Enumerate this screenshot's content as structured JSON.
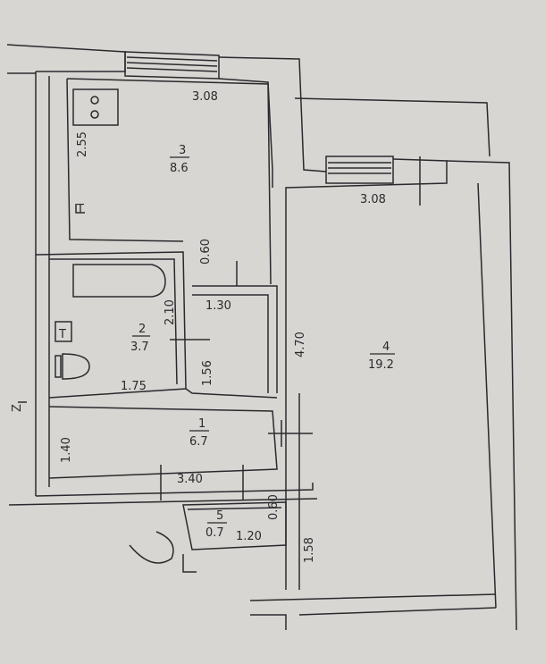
{
  "rooms": [
    {
      "number": "3",
      "area": "8.6"
    },
    {
      "number": "2",
      "area": "3.7"
    },
    {
      "number": "1",
      "area": "6.7"
    },
    {
      "number": "4",
      "area": "19.2"
    },
    {
      "number": "5",
      "area": "0.7"
    }
  ],
  "dimensions": {
    "kitchen_width": "3.08",
    "room4_width": "3.08",
    "kitchen_depth": "2.55",
    "partition_depth": "0.60",
    "bath_height": "2.10",
    "bath_width": "1.75",
    "hall_width": "1.30",
    "bath_side": "1.56",
    "room4_depth": "4.70",
    "hall_depth": "1.40",
    "hall_length": "3.40",
    "closet_width": "1.20",
    "closet_depth": "0.60",
    "lower_depth": "1.58"
  },
  "markers": {
    "stove_symbol": "oo",
    "sink_symbol": "T",
    "entry_mark": "Z"
  },
  "colors": {
    "paper": "#d8d6d2",
    "ink": "#2a2a2e"
  }
}
